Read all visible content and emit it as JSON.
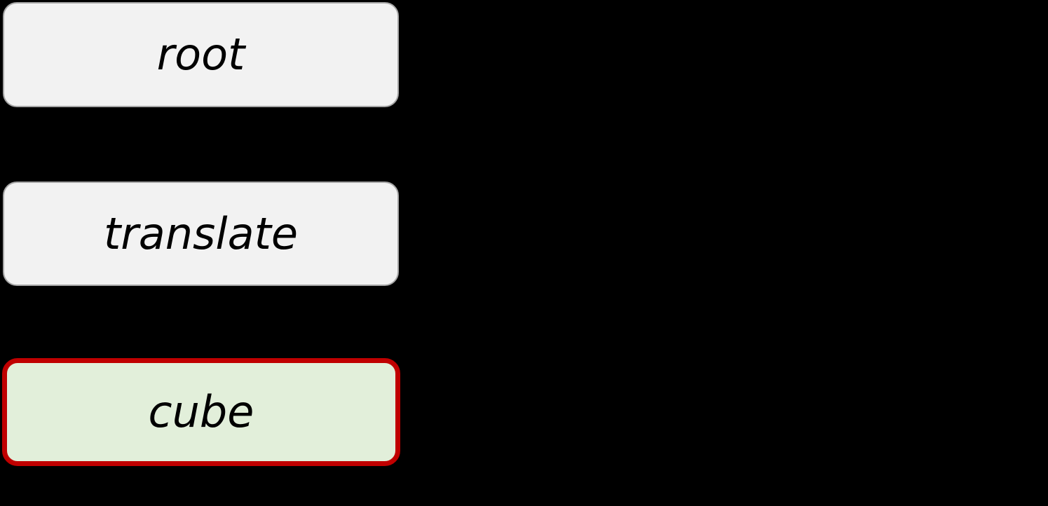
{
  "diagram": {
    "type": "scene-graph-hierarchy",
    "background": "#000000",
    "nodes": [
      {
        "id": "root",
        "label": "root",
        "fill": "#f2f2f2",
        "border": "#a6a6a6",
        "selected": false
      },
      {
        "id": "translate",
        "label": "translate",
        "fill": "#f2f2f2",
        "border": "#a6a6a6",
        "selected": false
      },
      {
        "id": "cube",
        "label": "cube",
        "fill": "#e2efda",
        "border": "#c00000",
        "selected": true
      }
    ],
    "edges": [
      {
        "from": "root",
        "to": "translate"
      },
      {
        "from": "translate",
        "to": "cube"
      }
    ]
  }
}
